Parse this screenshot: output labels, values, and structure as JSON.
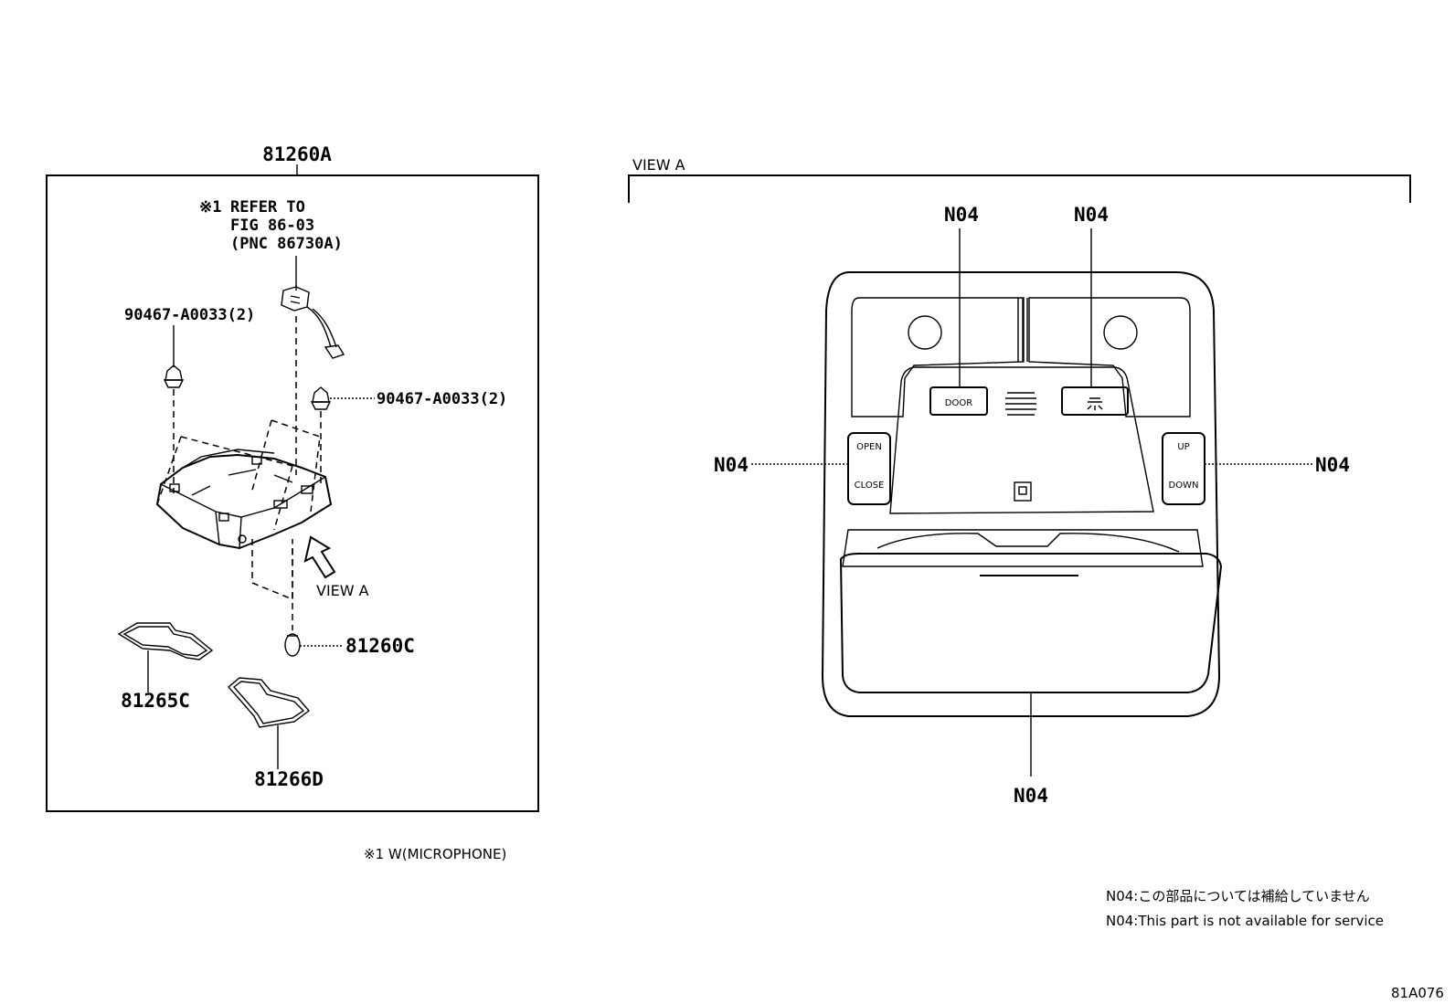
{
  "left_panel": {
    "assembly_label": "81260A",
    "refer_mark": "※1",
    "refer_line1": "REFER TO",
    "refer_line2": "FIG 86-03",
    "refer_line3": "(PNC 86730A)",
    "clip_label_left": "90467-A0033(2)",
    "clip_label_right": "90467-A0033(2)",
    "view_a_label": "VIEW A",
    "bulb_label": "81260C",
    "pad_label_1": "81265C",
    "pad_label_2": "81266D"
  },
  "footnote": "※1 W(MICROPHONE)",
  "view_a": {
    "title": "VIEW A",
    "callouts": {
      "top_left": "N04",
      "top_right": "N04",
      "left": "N04",
      "right": "N04",
      "bottom": "N04"
    },
    "buttons": {
      "door": "DOOR",
      "light_icon": "light-switch-icon",
      "open": "OPEN",
      "close": "CLOSE",
      "up": "UP",
      "down": "DOWN"
    }
  },
  "legend": {
    "line_jp": "N04:この部品については補給していません",
    "line_en": "N04:This part is not available for service"
  },
  "figure_code": "81A076"
}
